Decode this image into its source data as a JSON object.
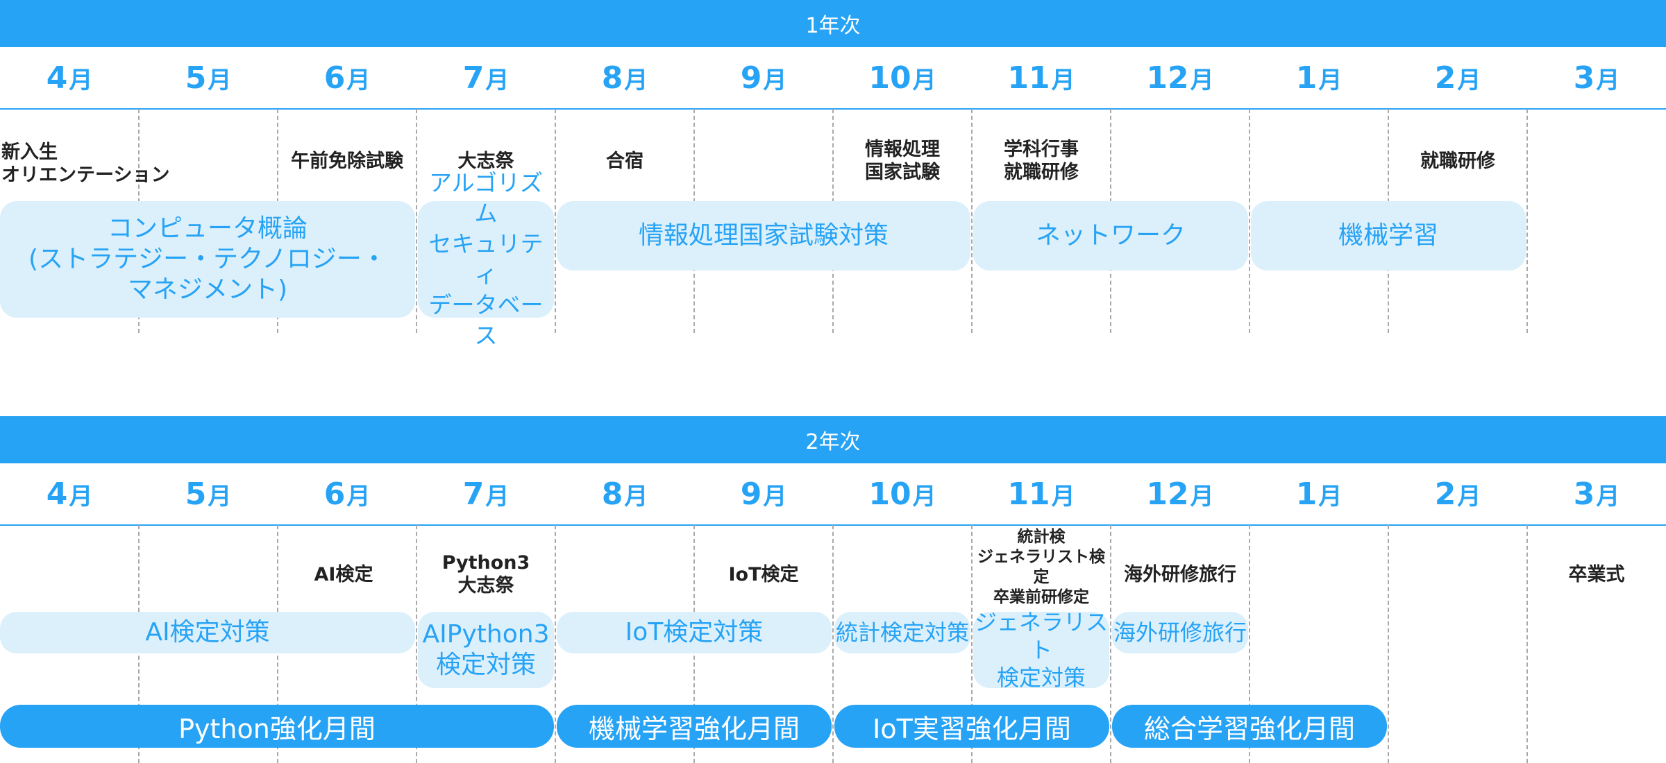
{
  "months": [
    "4",
    "5",
    "6",
    "7",
    "8",
    "9",
    "10",
    "11",
    "12",
    "1",
    "2",
    "3"
  ],
  "month_suffix": "月",
  "year1": {
    "title": "1年次",
    "events": {
      "apr": "新入生\nオリエンテーション",
      "jun": "午前免除試験",
      "jul": "大志祭",
      "aug": "合宿",
      "oct": "情報処理\n国家試験",
      "nov": "学科行事\n就職研修",
      "feb": "就職研修"
    },
    "courses": {
      "computer": "コンピュータ概論\n(ストラテジー・テクノロジー・\nマネジメント)",
      "algorithm": "アルゴリズム\nセキュリティ\nデータベース",
      "exam_prep": "情報処理国家試験対策",
      "network": "ネットワーク",
      "ml": "機械学習"
    }
  },
  "year2": {
    "title": "2年次",
    "events": {
      "jun": "AI検定",
      "jul": "Python3\n大志祭",
      "sep": "IoT検定",
      "nov": "統計検\nジェネラリスト検定\n卒業前研修定",
      "dec": "海外研修旅行",
      "mar": "卒業式"
    },
    "courses": {
      "ai": "AI検定対策",
      "python3": "AIPython3\n検定対策",
      "iot": "IoT検定対策",
      "stats": "統計検定対策",
      "generalist": "ジェネラリスト\n検定対策",
      "abroad": "海外研修旅行"
    },
    "intensive": {
      "python": "Python強化月間",
      "ml": "機械学習強化月間",
      "iot": "IoT実習強化月間",
      "general": "総合学習強化月間"
    }
  }
}
